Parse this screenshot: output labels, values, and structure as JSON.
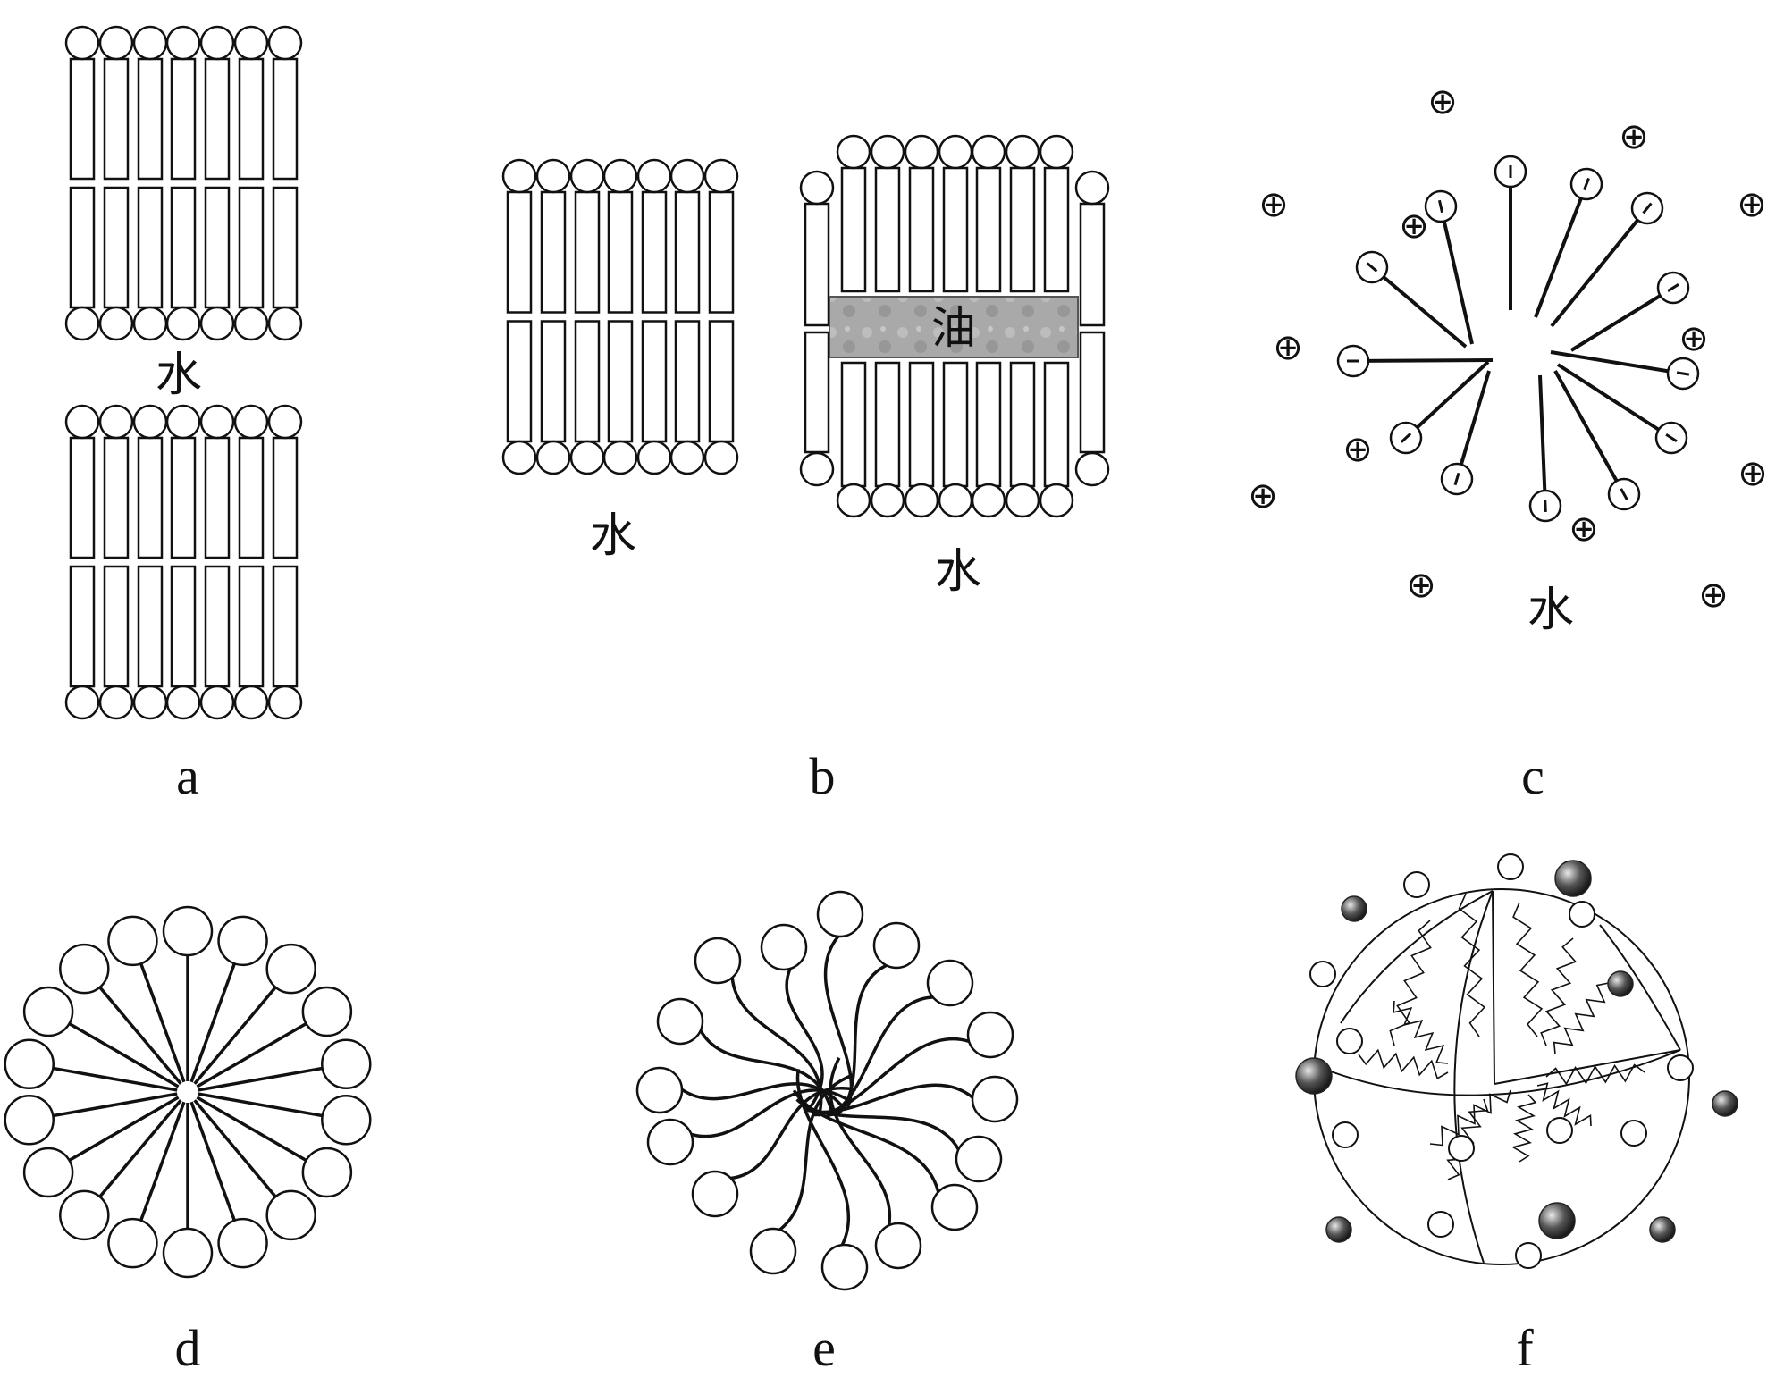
{
  "labels": {
    "water": "水",
    "oil": "油",
    "panel_a": "a",
    "panel_b": "b",
    "panel_c": "c",
    "panel_d": "d",
    "panel_e": "e",
    "panel_f": "f"
  },
  "symbols": {
    "positive_ion": "⊕",
    "negative_head": "−"
  },
  "colors": {
    "line": "#111111",
    "background": "#ffffff",
    "oil_fill": "#a8a8a8",
    "counterion_dark": "#3a3a3a"
  }
}
